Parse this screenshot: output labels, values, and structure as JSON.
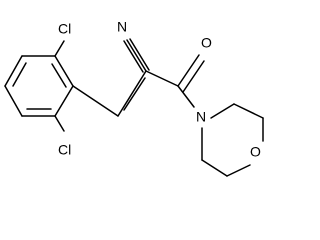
{
  "molecule": {
    "atoms": {
      "nitrile_n": "N",
      "carbonyl_o": "O",
      "amide_n": "N",
      "morpholine_o": "O",
      "cl_top": "Cl",
      "cl_bottom": "Cl"
    }
  }
}
